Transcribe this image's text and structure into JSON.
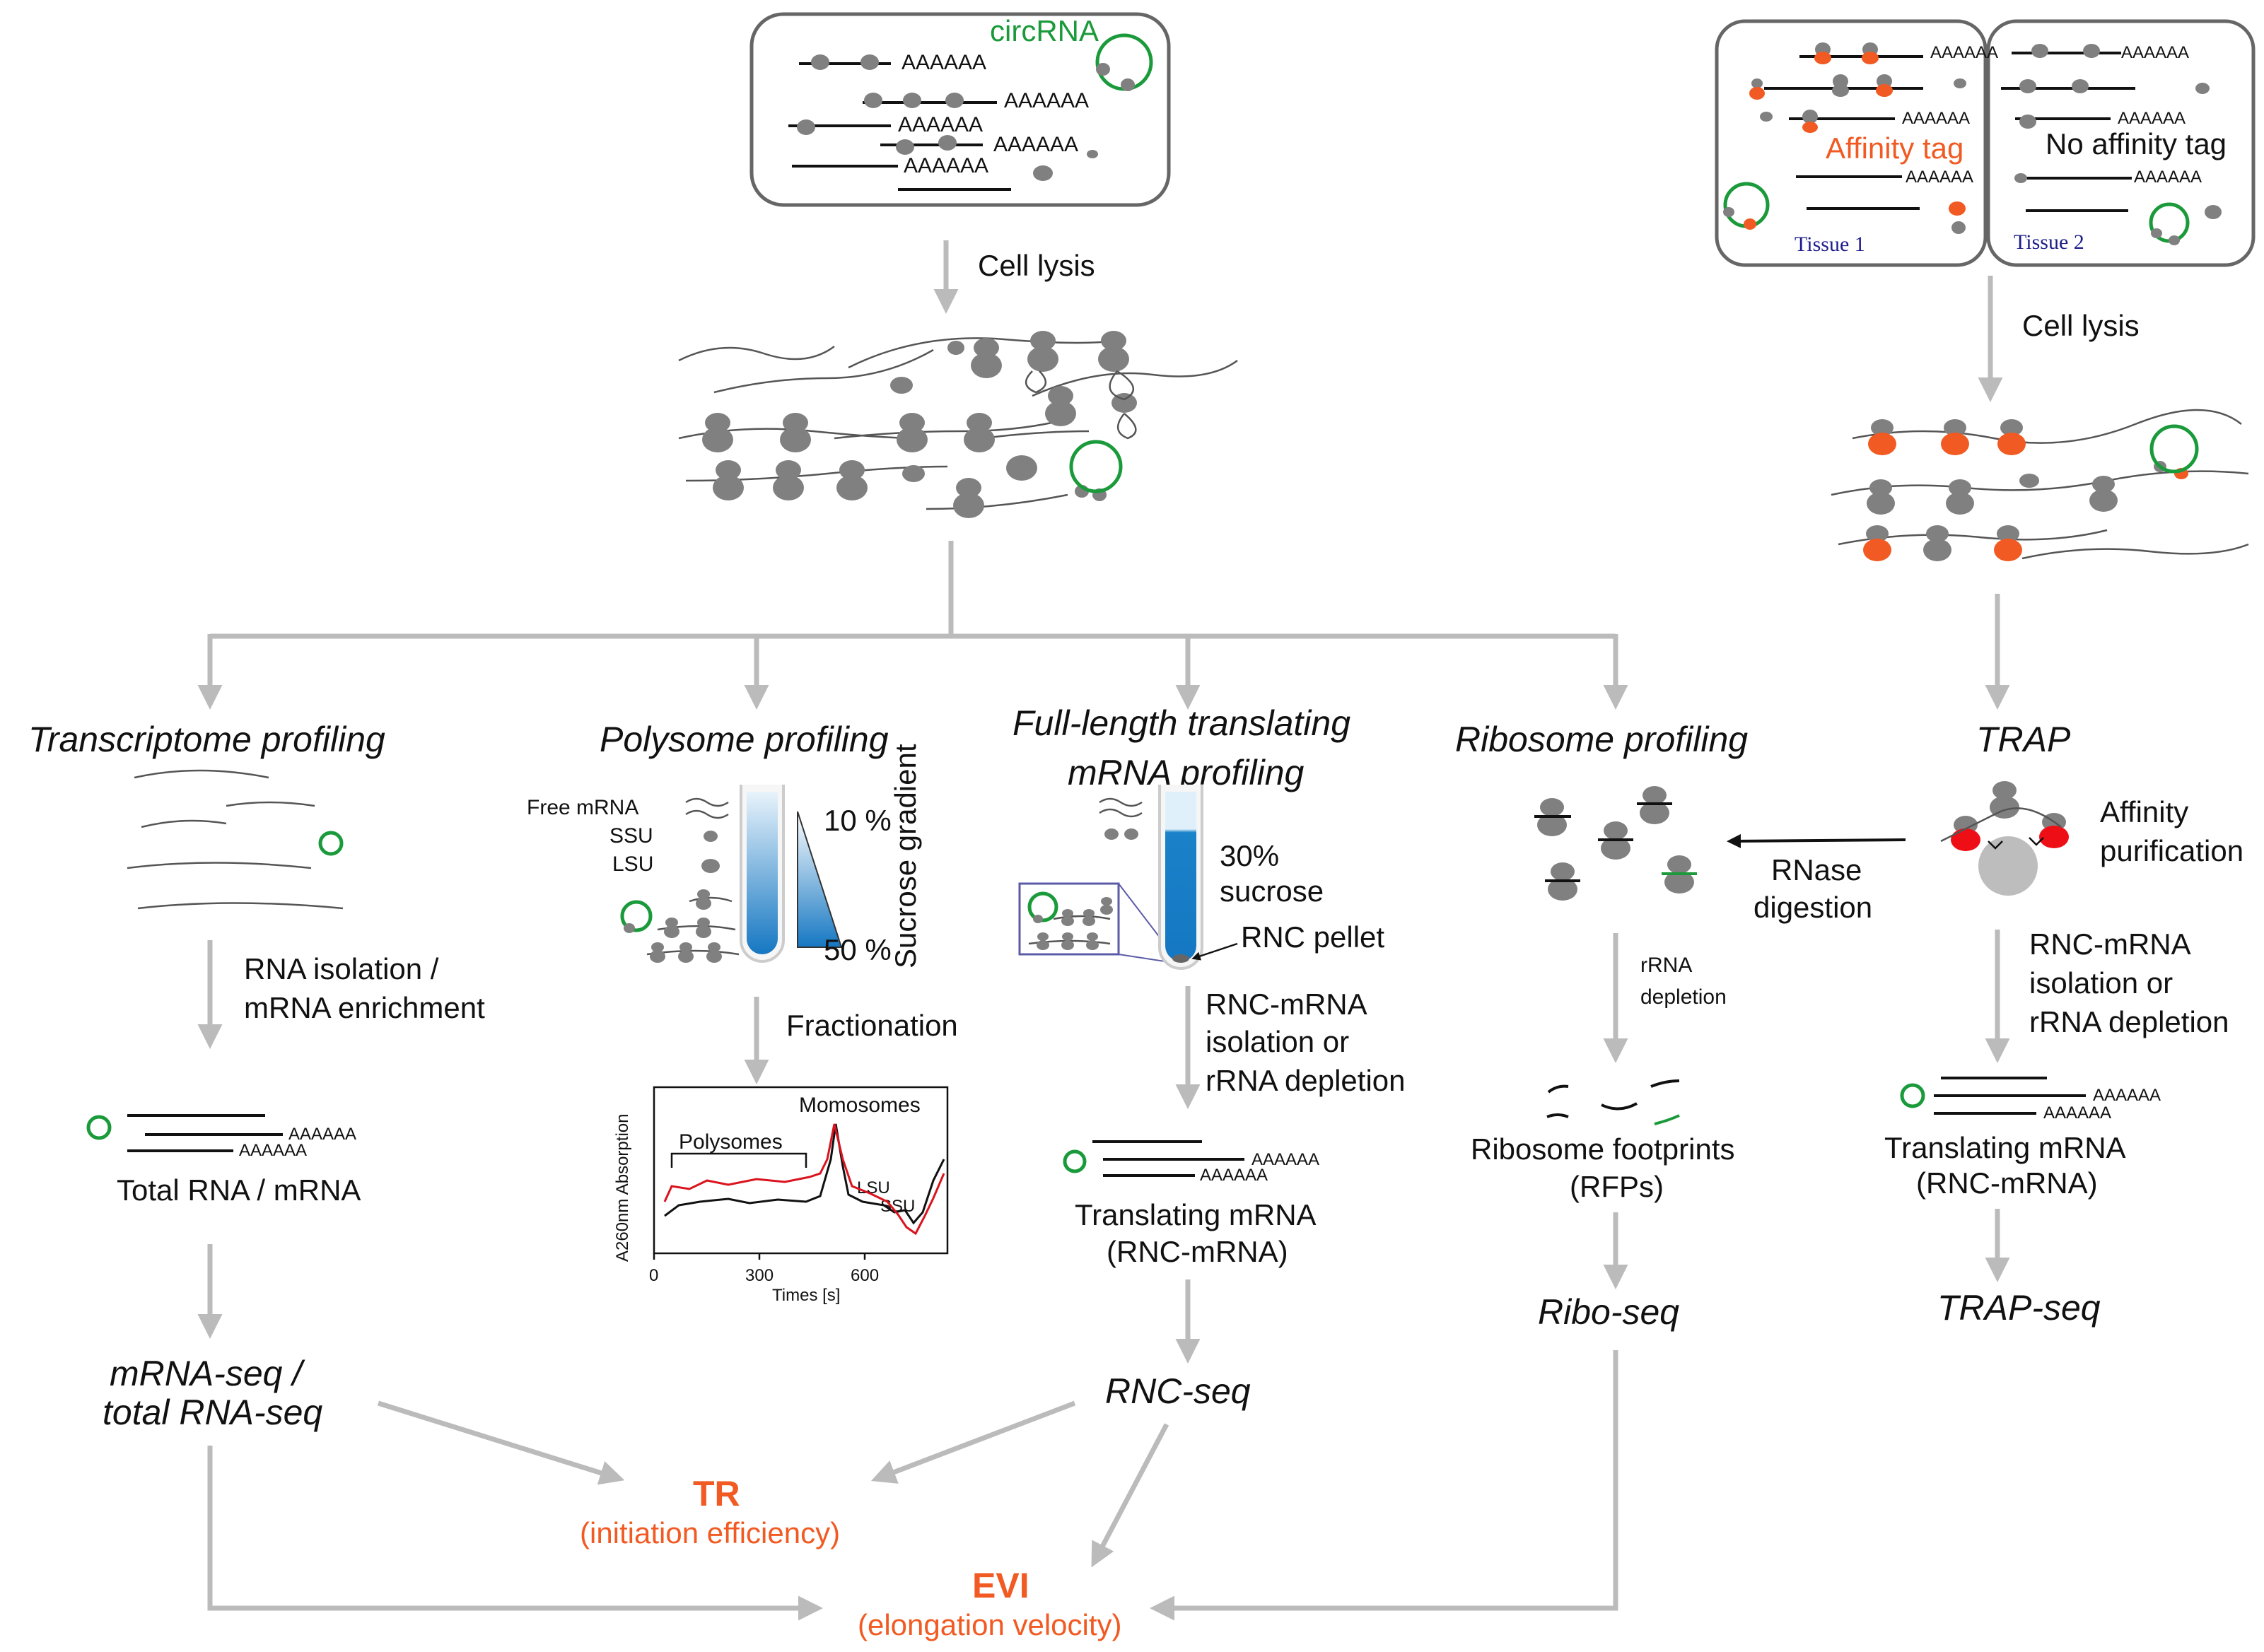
{
  "top": {
    "circrna": "circRNA",
    "polya": "AAAAAA",
    "cell_lysis": "Cell lysis"
  },
  "trap_top": {
    "affinity_tag": "Affinity tag",
    "no_affinity_tag": "No affinity tag",
    "tissue1": "Tissue 1",
    "tissue2": "Tissue 2",
    "cell_lysis": "Cell lysis"
  },
  "methods": {
    "transcriptome": "Transcriptome profiling",
    "polysome": "Polysome profiling",
    "fulllength_1": "Full-length translating",
    "fulllength_2": "mRNA profiling",
    "ribosome": "Ribosome profiling",
    "trap": "TRAP"
  },
  "transcriptome": {
    "step1_a": "RNA isolation /",
    "step1_b": "mRNA enrichment",
    "product": "Total RNA / mRNA",
    "seq_a": "mRNA-seq /",
    "seq_b": "total RNA-seq"
  },
  "polysome": {
    "free_mrna": "Free mRNA",
    "ssu": "SSU",
    "lsu": "LSU",
    "pct_top": "10 %",
    "pct_bot": "50 %",
    "gradient": "Sucrose gradient",
    "step": "Fractionation"
  },
  "polysome_plot": {
    "ylabel": "A260nm Absorption",
    "xlabel": "Times [s]",
    "ticks": [
      "0",
      "300",
      "600"
    ],
    "polysomes": "Polysomes",
    "momosomes": "Momosomes",
    "lsu": "LSU",
    "ssu": "SSU"
  },
  "fulllength": {
    "sucrose_a": "30%",
    "sucrose_b": "sucrose",
    "pellet": "RNC pellet",
    "step_a": "RNC-mRNA",
    "step_b": "isolation or",
    "step_c": "rRNA depletion",
    "product_a": "Translating mRNA",
    "product_b": "(RNC-mRNA)",
    "seq": "RNC-seq"
  },
  "ribosome": {
    "rnase_a": "RNase",
    "rnase_b": "digestion",
    "step_a": "rRNA",
    "step_b": "depletion",
    "product_a": "Ribosome footprints",
    "product_b": "(RFPs)",
    "seq": "Ribo-seq"
  },
  "trap": {
    "affinity_a": "Affinity",
    "affinity_b": "purification",
    "step_a": "RNC-mRNA",
    "step_b": "isolation or",
    "step_c": "rRNA depletion",
    "product_a": "Translating mRNA",
    "product_b": "(RNC-mRNA)",
    "seq": "TRAP-seq"
  },
  "outputs": {
    "tr": "TR",
    "tr_sub": "(initiation efficiency)",
    "evi": "EVI",
    "evi_sub": "(elongation velocity)"
  },
  "colors": {
    "arrow": "#bbbbbb",
    "ribosome": "#808080",
    "circ": "#1a9a3a",
    "tag": "#f15a22",
    "tube_blue": "#1577c2"
  }
}
